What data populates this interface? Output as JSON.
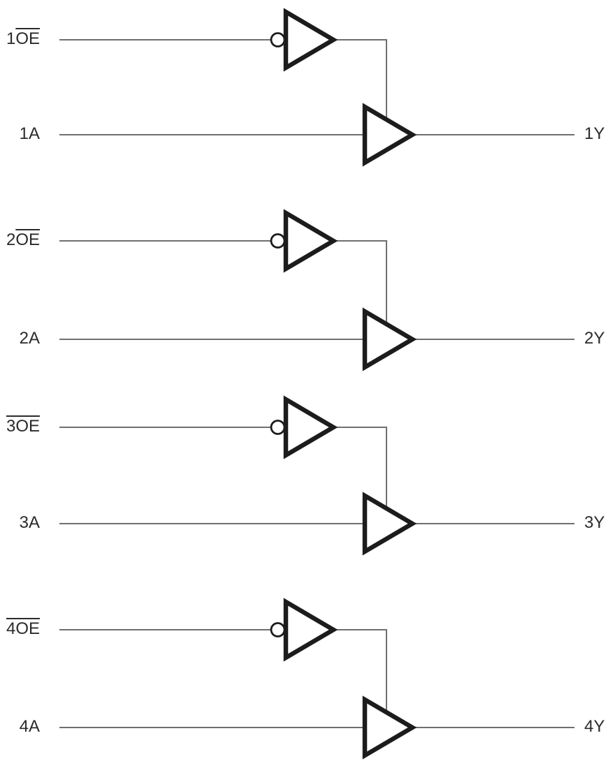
{
  "channels": [
    {
      "oe_prefix": "1",
      "oe_overlined": "OE",
      "a_label": "1A",
      "y_label": "1Y"
    },
    {
      "oe_prefix": "2",
      "oe_overlined": "OE",
      "a_label": "2A",
      "y_label": "2Y"
    },
    {
      "oe_prefix": "",
      "oe_overlined": "3OE",
      "a_label": "3A",
      "y_label": "3Y"
    },
    {
      "oe_prefix": "",
      "oe_overlined": "4OE",
      "a_label": "4A",
      "y_label": "4Y"
    }
  ],
  "colors": {
    "wire": "#6f6f6f",
    "gate": "#1c1c1c",
    "text": "#2b2b2b",
    "background": "#ffffff"
  }
}
